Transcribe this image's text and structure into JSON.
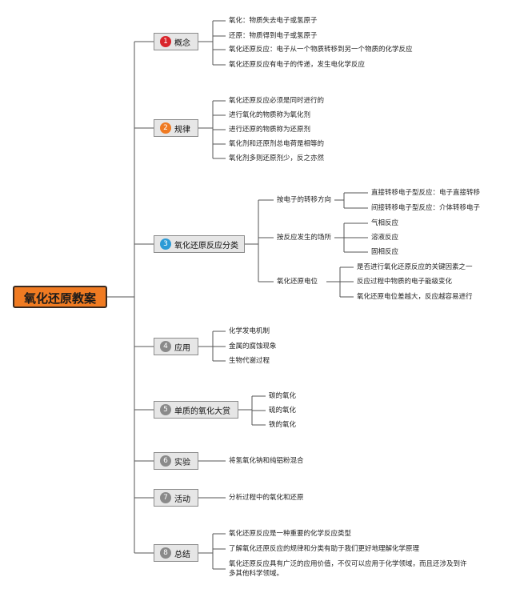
{
  "root": "氧化还原教案",
  "colors": {
    "red": "#d9252b",
    "orange": "#ef7a22",
    "blue": "#2d9bd6",
    "gray": "#8a8a8a",
    "line": "#555555"
  },
  "branches": [
    {
      "num": "1",
      "label": "概念",
      "items": [
        "氧化：物质失去电子或氢原子",
        "还原：物质得到电子或氢原子",
        "氧化还原反应：电子从一个物质转移到另一个物质的化学反应",
        "氧化还原反应有电子的传递，发生电化学反应"
      ]
    },
    {
      "num": "2",
      "label": "规律",
      "items": [
        "氧化还原反应必须是同时进行的",
        "进行氧化的物质称为氧化剂",
        "进行还原的物质称为还原剂",
        "氧化剂和还原剂总电荷是相等的",
        "氧化剂多则还原剂少，反之亦然"
      ]
    },
    {
      "num": "3",
      "label": "氧化还原反应分类",
      "groups": [
        {
          "label": "按电子的转移方向",
          "items": [
            "直接转移电子型反应：电子直接转移",
            "间接转移电子型反应：介体转移电子"
          ]
        },
        {
          "label": "按反应发生的场所",
          "items": [
            "气相反应",
            "溶液反应",
            "固相反应"
          ]
        },
        {
          "label": "氧化还原电位",
          "items": [
            "是否进行氧化还原反应的关键因素之一",
            "反应过程中物质的电子能级变化",
            "氧化还原电位差越大，反应越容易进行"
          ]
        }
      ]
    },
    {
      "num": "4",
      "label": "应用",
      "items": [
        "化学发电机制",
        "金属的腐蚀现象",
        "生物代谢过程"
      ]
    },
    {
      "num": "5",
      "label": "单质的氧化大赏",
      "items": [
        "碳的氧化",
        "硫的氧化",
        "铁的氧化"
      ]
    },
    {
      "num": "6",
      "label": "实验",
      "items": [
        "将氢氧化钠和纯铝粉混合"
      ]
    },
    {
      "num": "7",
      "label": "活动",
      "items": [
        "分析过程中的氧化和还原"
      ]
    },
    {
      "num": "8",
      "label": "总结",
      "items": [
        "氧化还原反应是一种重要的化学反应类型",
        "了解氧化还原反应的规律和分类有助于我们更好地理解化学原理",
        "氧化还原反应具有广泛的应用价值，不仅可以应用于化学领域，而且还涉及到许多其他科学领域。"
      ]
    }
  ]
}
